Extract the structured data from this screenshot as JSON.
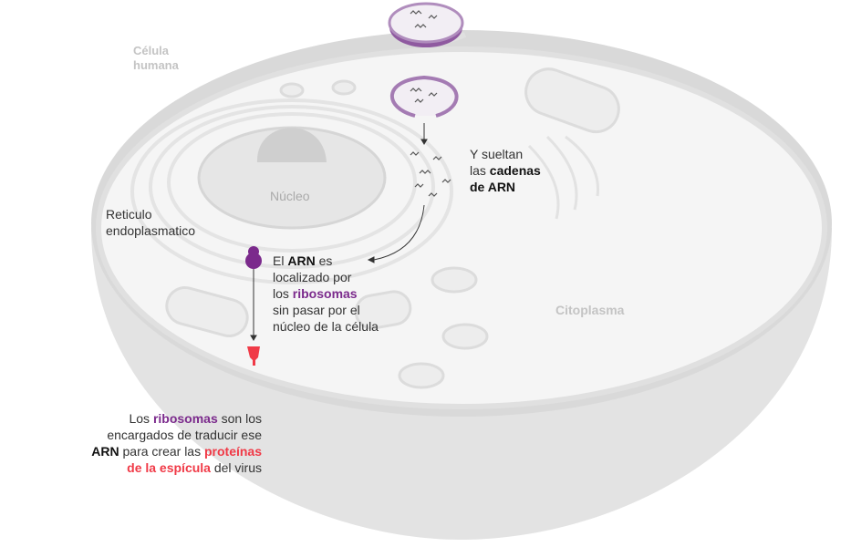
{
  "labels": {
    "cell": [
      "Célula",
      "humana"
    ],
    "nucleus": "Núcleo",
    "er": [
      "Reticulo",
      "endoplasmatico"
    ],
    "cytoplasm": "Citoplasma"
  },
  "step_release": {
    "t1": "Y sueltan",
    "t2": "las ",
    "t3": "cadenas",
    "t4": "de ARN"
  },
  "step_ribosome": {
    "t1": "El ",
    "t2": "ARN",
    "t3": " es",
    "t4": "localizado por",
    "t5": "los ",
    "t6": "ribosomas",
    "t7": "sin pasar por el",
    "t8": "núcleo de la célula"
  },
  "step_protein": {
    "t1": "Los ",
    "t2": "ribosomas",
    "t3": " son los",
    "t4": "encargados de traducir ese",
    "t5": "ARN",
    "t6": " para crear las ",
    "t7": "proteínas",
    "t8": "de la espícula",
    "t9": " del virus"
  },
  "colors": {
    "ribosome": "#7b2a8c",
    "protein": "#f03a47",
    "vesicle": "#a47bb3"
  }
}
